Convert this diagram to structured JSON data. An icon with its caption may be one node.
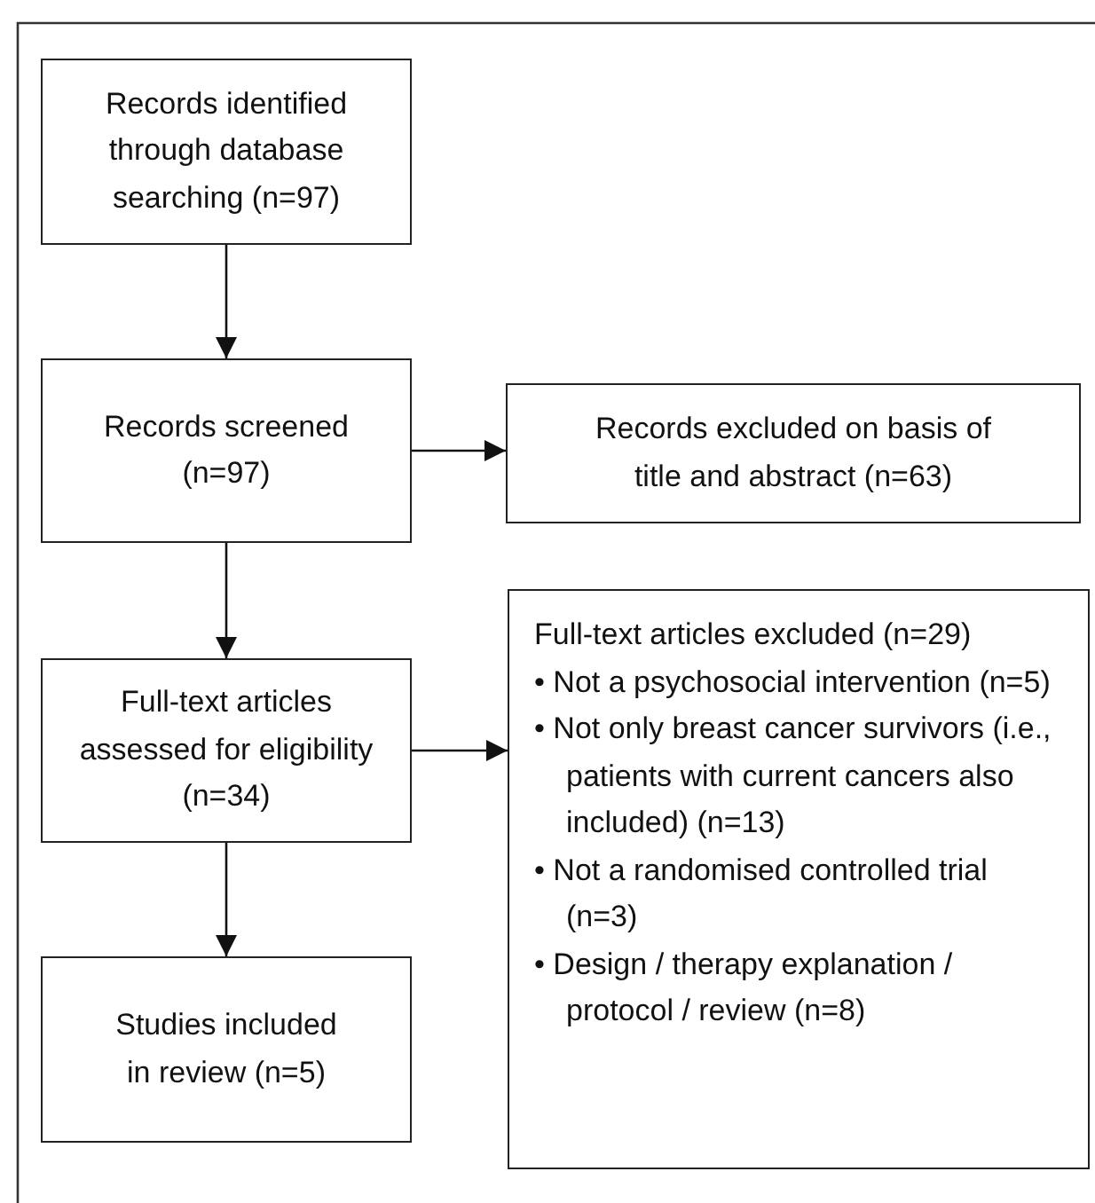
{
  "diagram": {
    "nodes": [
      {
        "text": [
          "Records identified through database searching (n=97)"
        ]
      },
      {
        "text": [
          "Records screened (n=97)"
        ]
      },
      {
        "text": [
          "Records excluded on basis of title and abstract (n=63)"
        ]
      },
      {
        "text": [
          "Full-text articles assessed for eligibility (n=34)"
        ]
      },
      {
        "text": [
          "Studies included in review (n=5)"
        ]
      },
      {
        "text": [
          "Full-text articles excluded (n=29)",
          "• Not a psychosocial intervention (n=5)",
          "• Not only breast cancer survivors (i.e., patients with current cancers also included) (n=13)",
          "• Not a randomised controlled trial (n=3)",
          "• Design / therapy explanation / protocol / review (n=8)"
        ]
      }
    ],
    "edges": [
      {
        "from": 0,
        "to": 1,
        "arrow": "to"
      },
      {
        "from": 1,
        "to": 2,
        "arrow": "to"
      },
      {
        "from": 1,
        "to": 3,
        "arrow": "to"
      },
      {
        "from": 3,
        "to": 5,
        "arrow": "to"
      },
      {
        "from": 3,
        "to": 4,
        "arrow": "to"
      }
    ]
  }
}
